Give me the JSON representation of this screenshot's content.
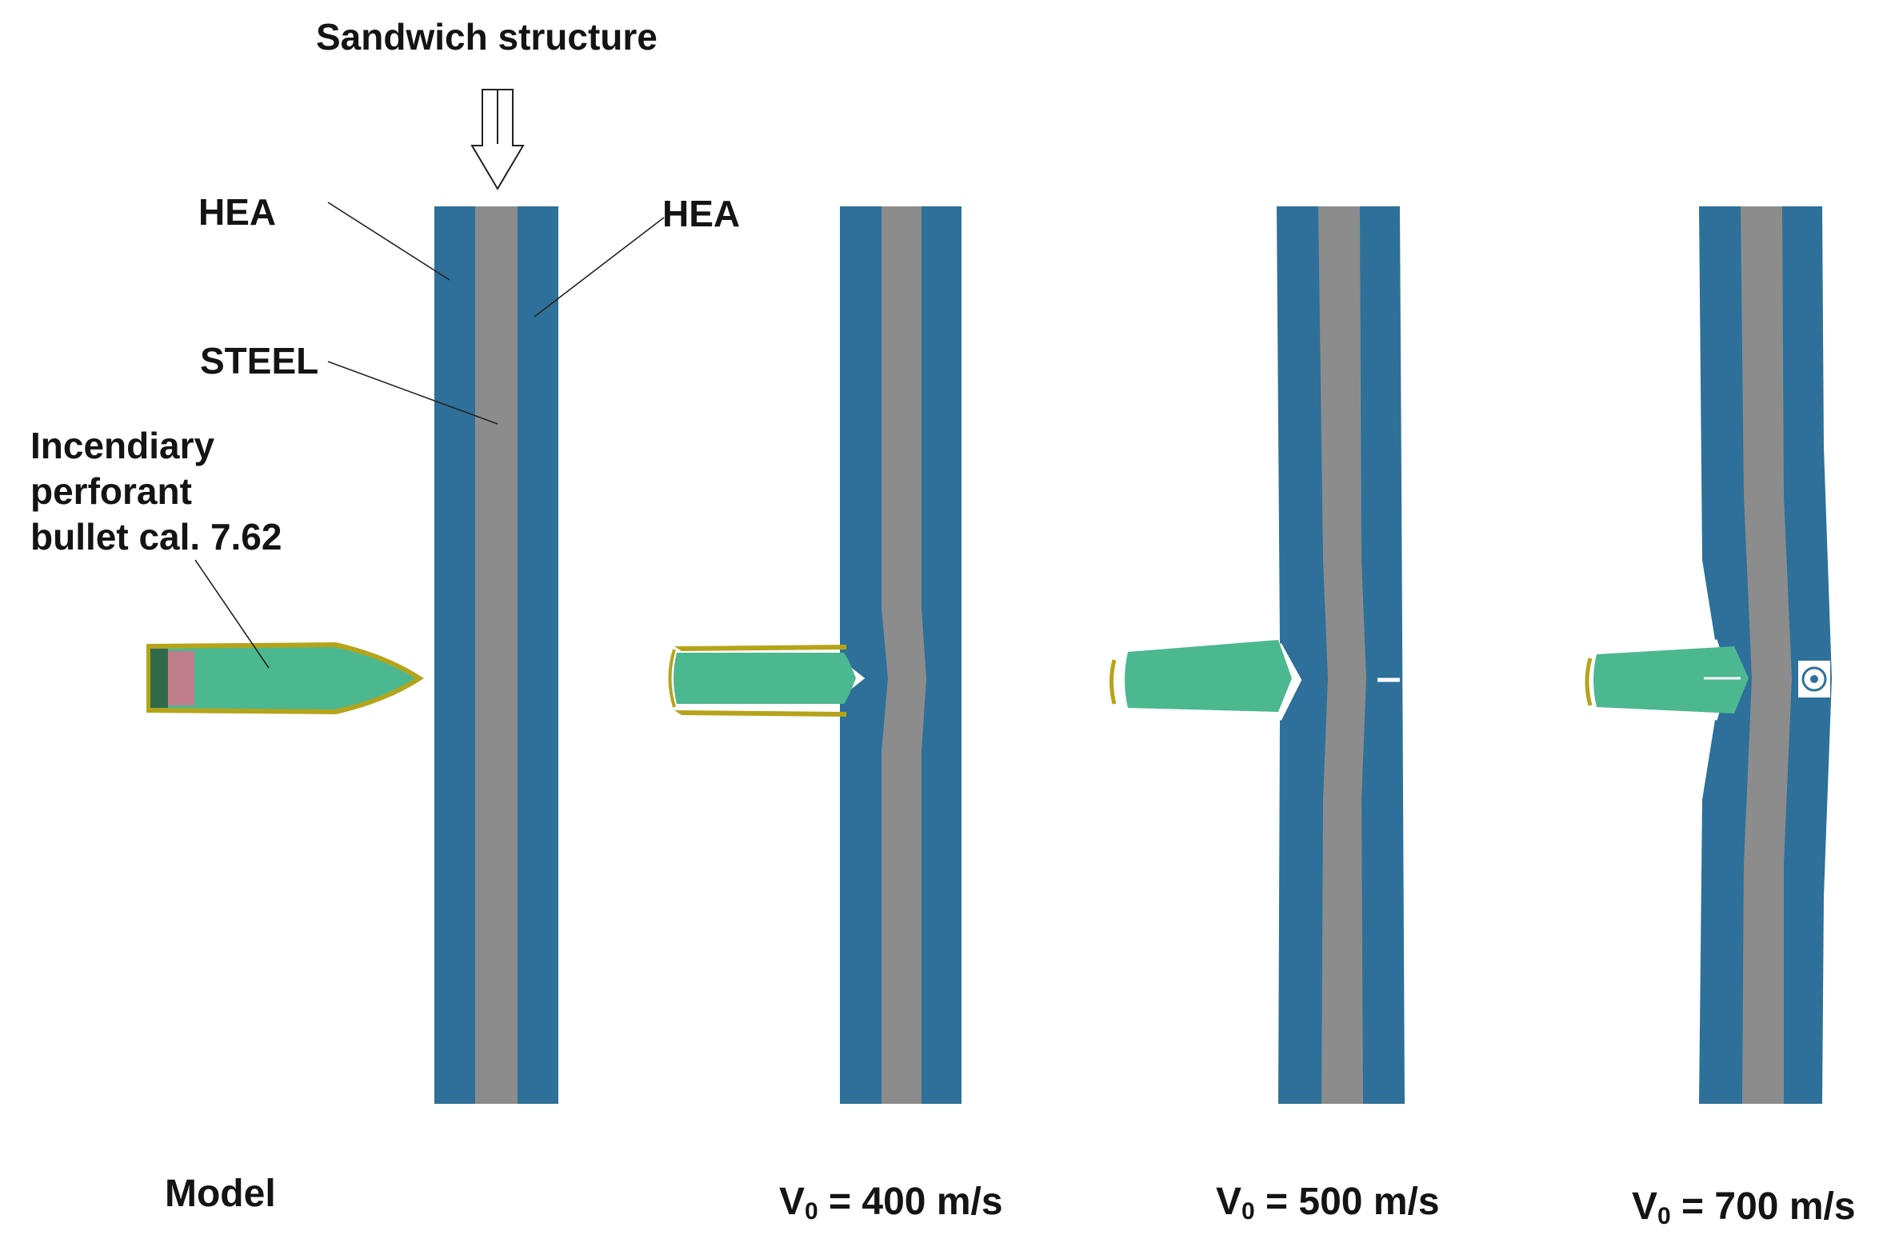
{
  "title": "Sandwich structure",
  "labels": {
    "hea_left": "HEA",
    "hea_right": "HEA",
    "steel": "STEEL",
    "bullet_line1": "Incendiary",
    "bullet_line2": "perforant",
    "bullet_line3": "bullet cal. 7.62"
  },
  "captions": {
    "model": "Model",
    "v400_prefix": "V",
    "v400_sub": "0",
    "v400_suffix": " = 400 m/s",
    "v500_prefix": "V",
    "v500_sub": "0",
    "v500_suffix": " = 500 m/s",
    "v700_prefix": "V",
    "v700_sub": "0",
    "v700_suffix": " = 700 m/s"
  },
  "colors": {
    "hea": "#2e7099",
    "steel": "#8c8c8c",
    "bullet_core": "#4cb890",
    "bullet_jacket": "#b5a41a",
    "bullet_pink": "#c07e8c",
    "bullet_dark": "#2f6b4a"
  }
}
